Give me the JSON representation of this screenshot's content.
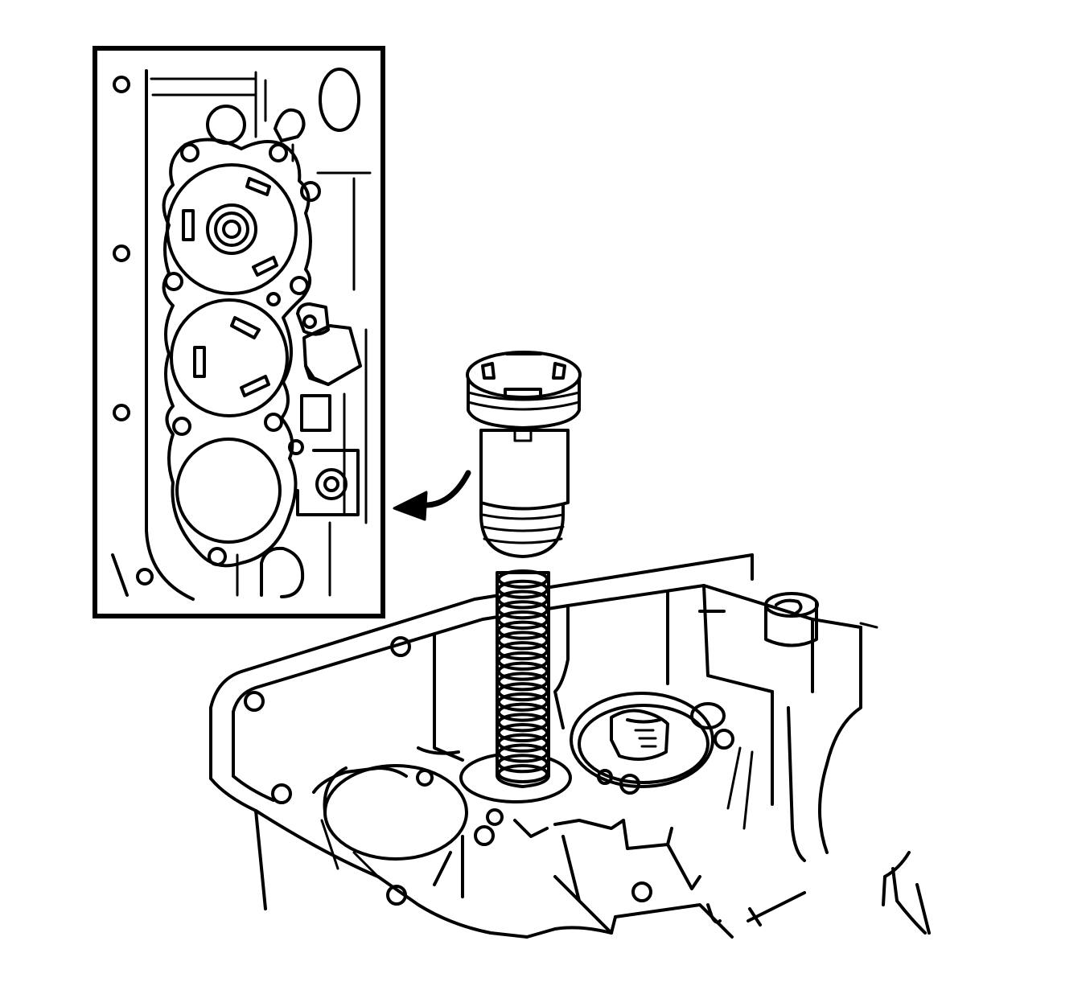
{
  "figure": {
    "background": "#ffffff",
    "ink": "#000000",
    "components": [
      "inset-detail-view",
      "direction-arrow",
      "piston-cap",
      "coil-spring",
      "transmission-case"
    ]
  }
}
